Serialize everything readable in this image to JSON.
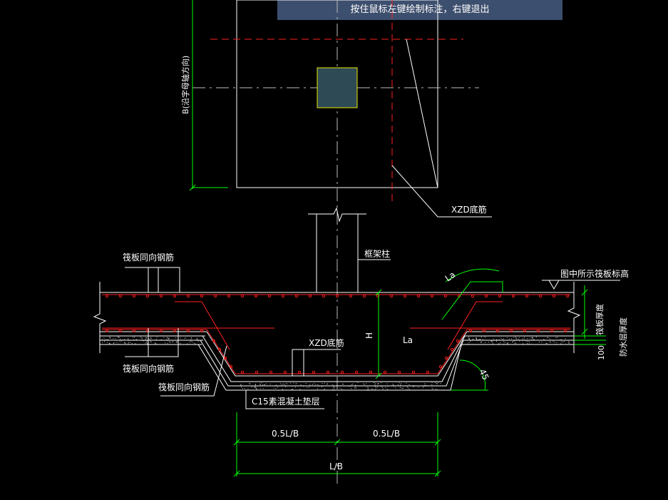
{
  "status_hint": "按住鼠标左键绘制标注，右键退出",
  "labels": {
    "b_axis": "B(沿字母轴方向)",
    "xzd_top": "XZD底筋",
    "frame_column": "框架柱",
    "raft_rebar_top": "筏板同向钢筋",
    "raft_rebar_bottom1": "筏板同向钢筋",
    "raft_rebar_bottom2": "筏板同向钢筋",
    "raft_elevation": "图中所示筏板标高",
    "la_upper": "La",
    "la_lower": "La",
    "h_label": "H",
    "xzd_bottom": "XZD底筋",
    "angle": "45",
    "c15_cushion": "C15素混凝土垫层",
    "raft_thickness": "筏板厚度",
    "waterproof_thickness": "防水层厚度",
    "dim_100": "100",
    "half_lb_left": "0.5L/B",
    "half_lb_right": "0.5L/B",
    "full_lb": "L/B"
  },
  "colors": {
    "line": "#ffffff",
    "dim": "#00ff00",
    "rebar": "#ff2020",
    "centerline": "#ff2020",
    "pile_fill": "#2e4a55",
    "pile_stroke": "#e8e800",
    "banner_bg": "#3d4f6e"
  }
}
